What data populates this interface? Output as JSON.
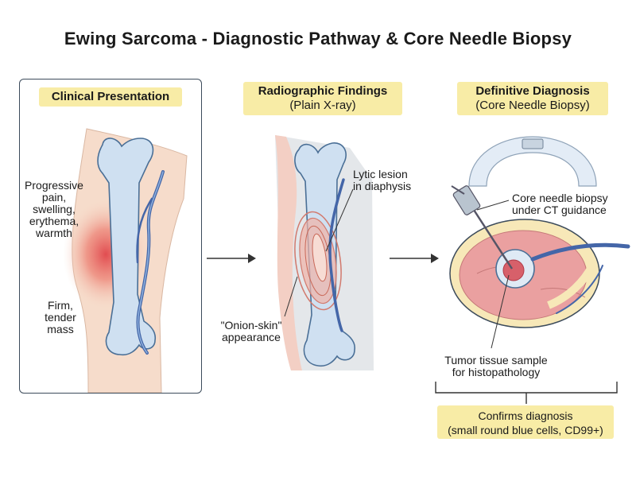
{
  "title": "Ewing Sarcoma - Diagnostic Pathway & Core Needle Biopsy",
  "panels": [
    {
      "heading": "Clinical Presentation",
      "labels": {
        "symptoms": [
          "Progressive",
          "pain,",
          "swelling,",
          "erythema,",
          "warmth"
        ],
        "mass": [
          "Firm,",
          "tender",
          "mass"
        ]
      }
    },
    {
      "heading": "Radiographic Findings",
      "subheading": "(Plain X-ray)",
      "labels": {
        "lytic": [
          "Lytic lesion",
          "in diaphysis"
        ],
        "onion": [
          "\"Onion-skin\"",
          "appearance"
        ]
      }
    },
    {
      "heading": "Definitive Diagnosis",
      "subheading": "(Core Needle Biopsy)",
      "labels": {
        "needle": [
          "Core needle biopsy",
          "under CT guidance"
        ],
        "sample": [
          "Tumor tissue sample",
          "for histopathology"
        ]
      },
      "confirm": [
        "Confirms diagnosis",
        "(small round blue cells, CD99+)"
      ]
    }
  ],
  "colors": {
    "bone_fill": "#cfe0f1",
    "bone_stroke": "#4a6f96",
    "vessel": "#4466a8",
    "skin": "#f6dccb",
    "inflammation": "#e0454a",
    "highlight": "#f8eca6",
    "panel_border": "#3c4b5b"
  }
}
